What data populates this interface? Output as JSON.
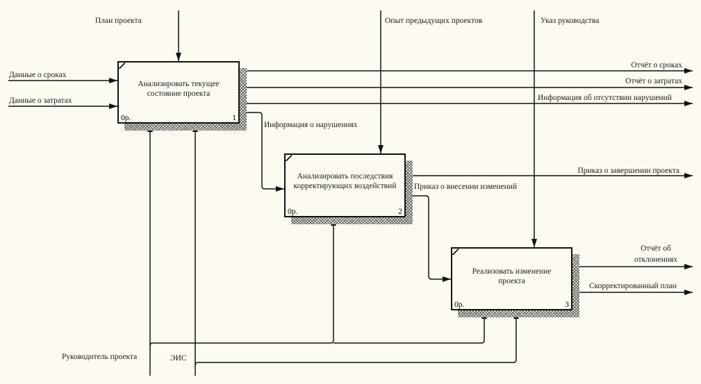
{
  "diagram": {
    "type": "IDEF0",
    "activities": [
      {
        "id": "1",
        "title": "Анализировать текущее\nсостояние проекта",
        "cost": "0р.",
        "number": "1"
      },
      {
        "id": "2",
        "title": "Анализировать последствия\nкорректирующих воздействий",
        "cost": "0р.",
        "number": "2"
      },
      {
        "id": "3",
        "title": "Реализовать изменение\nпроекта",
        "cost": "0р.",
        "number": "3"
      }
    ],
    "arrows": {
      "control_plan": "План проекта",
      "control_experience": "Опыт предыдущих проектов",
      "control_directive": "Указ руководства",
      "input_schedule_data": "Данные о сроках",
      "input_cost_data": "Данные о затратах",
      "output_schedule_report": "Отчёт о сроках",
      "output_cost_report": "Отчёт о затратах",
      "output_no_violations": "Информация об отсутствии нарушений",
      "output_violations": "Информация о нарушениях",
      "output_completion_order": "Приказ о завершении проекта",
      "output_change_order": "Приказ о внесении изменений",
      "output_deviation_report": "Отчёт об\nотклонениях",
      "output_corrected_plan": "Скорректированный план",
      "mechanism_manager": "Руководитель проекта",
      "mechanism_eis": "ЭИС"
    }
  }
}
